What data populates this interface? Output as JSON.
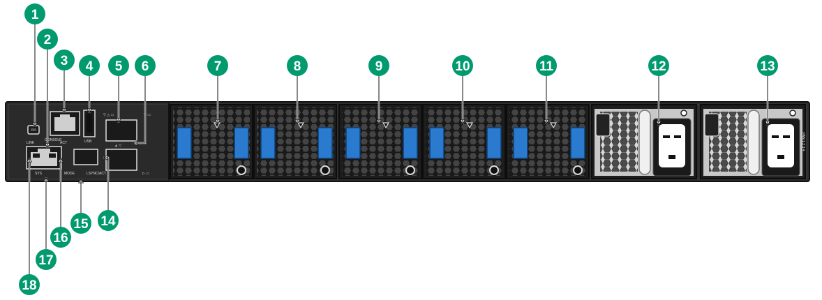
{
  "callouts": [
    "1",
    "2",
    "3",
    "4",
    "5",
    "6",
    "7",
    "8",
    "9",
    "10",
    "11",
    "12",
    "13",
    "14",
    "15",
    "16",
    "17",
    "18"
  ],
  "panel_labels": {
    "console": "CONSOLE",
    "link": "LINK",
    "act": "ACT",
    "usb": "USB",
    "sys": "SYS",
    "mode": "MODE",
    "lsync": "LSYNC/ACT",
    "side_text": "FAN 1 2 3 4"
  },
  "colors": {
    "callout": "#009a6e",
    "chassis": "#2a2a2a",
    "fan_latch": "#2a7bd0",
    "psu_face": "#c8c8c8"
  }
}
